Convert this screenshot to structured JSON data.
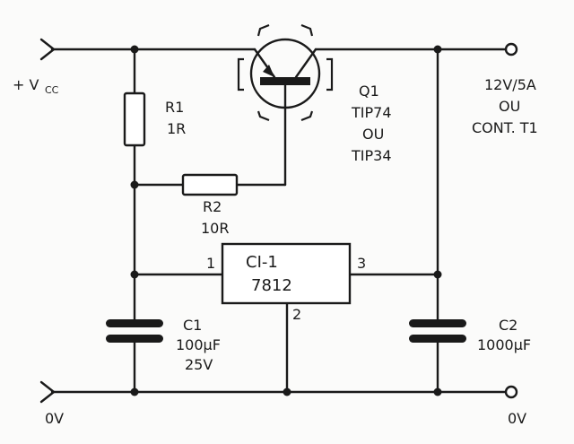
{
  "inputs": {
    "vcc_sign": "+ V",
    "vcc_sub": "CC",
    "ground_left": "0V",
    "ground_right": "0V"
  },
  "output": {
    "line1": "12V/5A",
    "line2": "OU",
    "line3": "CONT. T1"
  },
  "r1": {
    "ref": "R1",
    "value": "1R"
  },
  "r2": {
    "ref": "R2",
    "value": "10R"
  },
  "q1": {
    "ref": "Q1",
    "line1": "TIP74",
    "line2": "OU",
    "line3": "TIP34"
  },
  "ic": {
    "ref": "CI-1",
    "part": "7812",
    "pin1": "1",
    "pin2": "2",
    "pin3": "3"
  },
  "c1": {
    "ref": "C1",
    "value": "100µF",
    "voltage": "25V"
  },
  "c2": {
    "ref": "C2",
    "value": "1000µF"
  }
}
